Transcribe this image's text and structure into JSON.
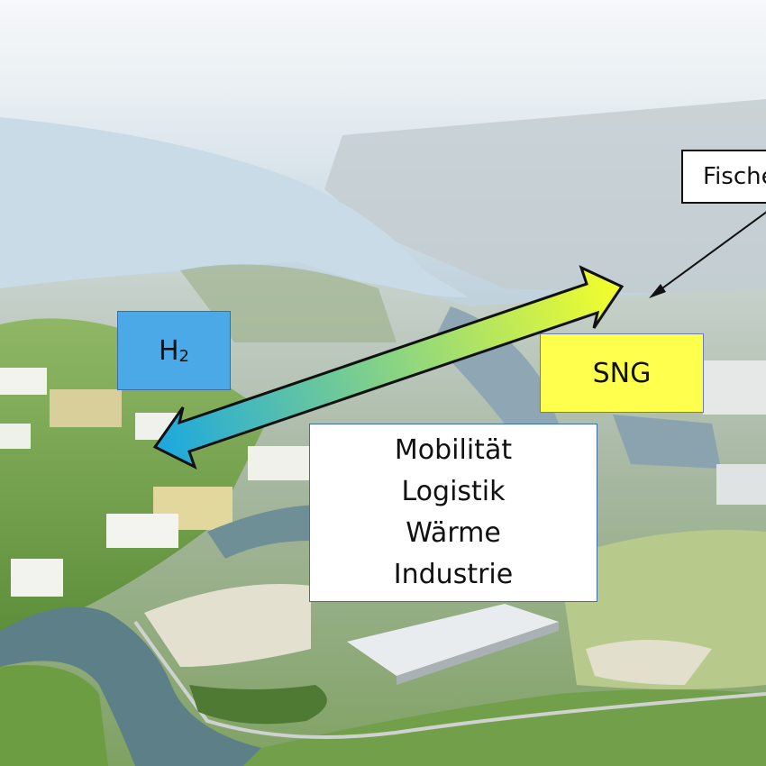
{
  "labels": {
    "h2_main": "H",
    "h2_sub": "2",
    "sng": "SNG",
    "fischer": "Fischer",
    "uses": [
      "Mobilität",
      "Logistik",
      "Wärme",
      "Industrie"
    ]
  },
  "colors": {
    "h2_box": "#4aa9e6",
    "sng_box": "#ffff4d",
    "arrow_gradient_start": "#1aa7e0",
    "arrow_gradient_end": "#f4ff2a"
  }
}
